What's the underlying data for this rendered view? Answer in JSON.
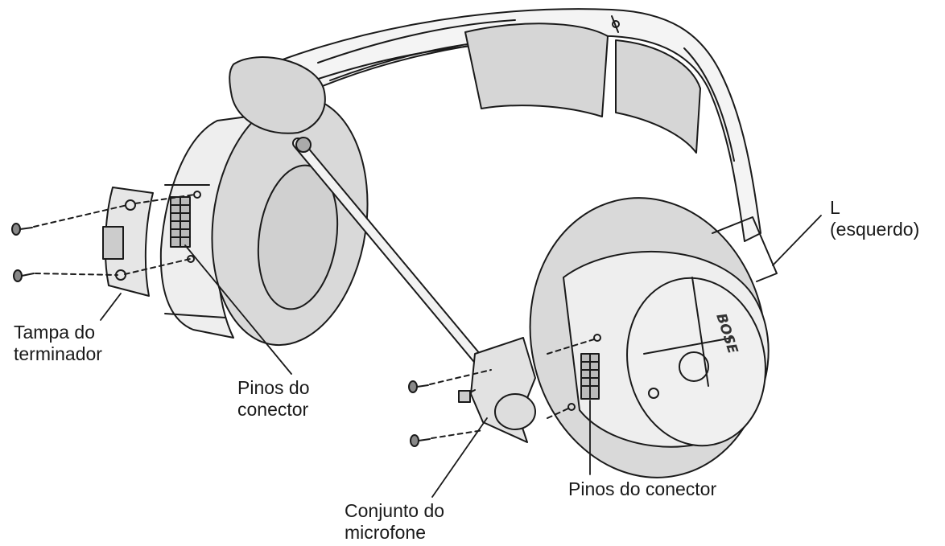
{
  "labels": {
    "left_side": {
      "line1": "L",
      "line2": "(esquerdo)"
    },
    "terminator_cover": {
      "line1": "Tampa do",
      "line2": "terminador"
    },
    "connector_pins_left": {
      "line1": "Pinos do",
      "line2": "conector"
    },
    "connector_pins_right": {
      "line1": "Pinos do conector"
    },
    "microphone_assembly": {
      "line1": "Conjunto do",
      "line2": "microfone"
    }
  },
  "brand_logo": "BOSE",
  "colors": {
    "line": "#1a1a1a",
    "cushion": "#d9d9d9",
    "shell": "#eeeeee",
    "background": "#ffffff"
  }
}
